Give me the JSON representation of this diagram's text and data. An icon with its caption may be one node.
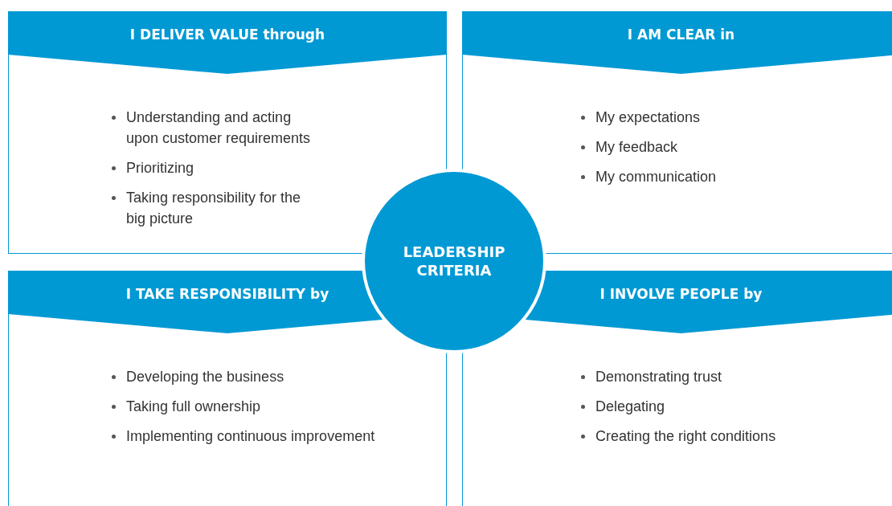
{
  "diagram": {
    "nodes": [
      {
        "text": [
          "I DELIVER VALUE through",
          "Understanding and acting upon customer requirements",
          "Prioritizing",
          "Taking responsibility for the big picture"
        ]
      },
      {
        "text": [
          "I AM CLEAR in",
          "My expectations",
          "My feedback",
          "My communication"
        ]
      },
      {
        "text": [
          "LEADERSHIP CRITERIA"
        ]
      },
      {
        "text": [
          "I TAKE RESPONSIBILITY by",
          "Developing the business",
          "Taking full ownership",
          "Implementing continuous improvement"
        ]
      },
      {
        "text": [
          "I INVOLVE PEOPLE by",
          "Demonstrating trust",
          "Delegating",
          "Creating the right conditions"
        ]
      }
    ]
  }
}
